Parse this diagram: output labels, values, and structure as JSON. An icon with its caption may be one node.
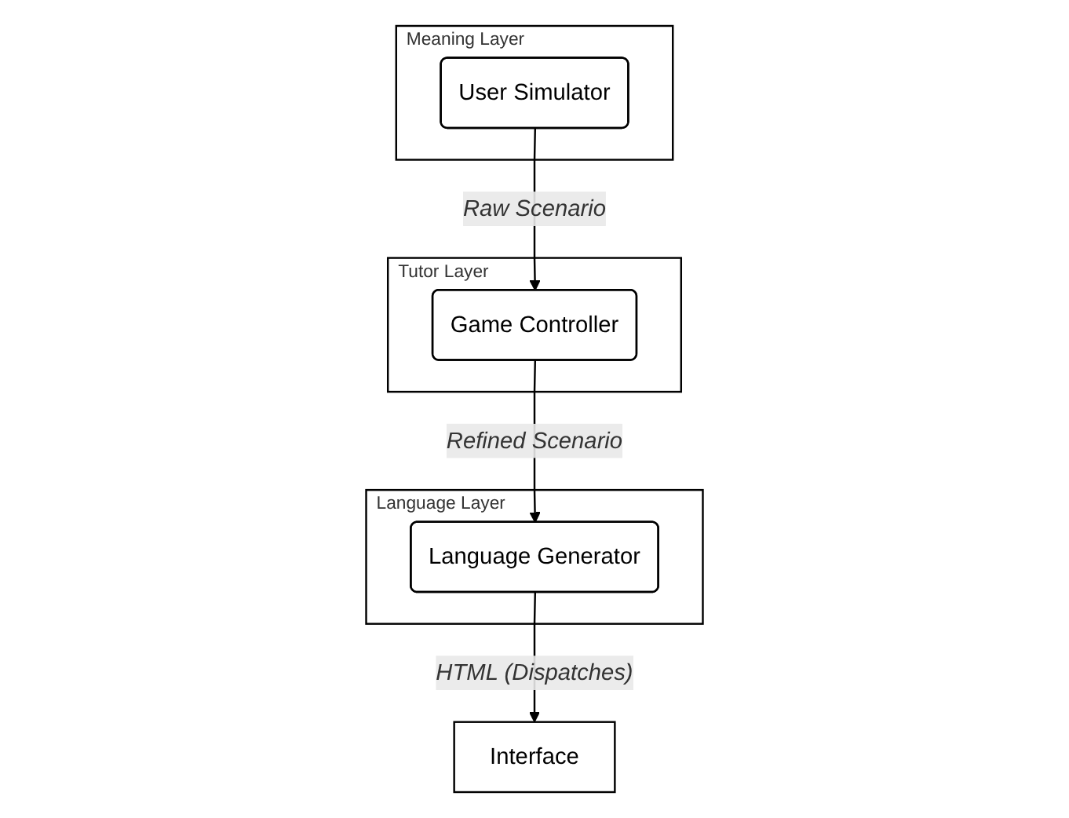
{
  "diagram": {
    "nodes": [
      {
        "text": [
          "Tutor Layer"
        ]
      },
      {
        "text": [
          "Game Controller"
        ],
        "in": 0
      },
      {
        "text": [
          "Meaning Layer"
        ]
      },
      {
        "text": [
          "User Simulator"
        ],
        "in": 2
      },
      {
        "text": [
          "Language Layer"
        ]
      },
      {
        "text": [
          "Language Generator"
        ],
        "in": 4
      },
      {
        "text": [
          "Interface"
        ]
      }
    ],
    "edges": [
      {
        "from": 1,
        "to": 5,
        "arrow": "to",
        "label": "Refined Scenario"
      },
      {
        "from": 3,
        "to": 1,
        "arrow": "to",
        "label": "Raw Scenario"
      },
      {
        "from": 5,
        "to": 6,
        "arrow": "to",
        "label": "HTML (Dispatches)"
      }
    ]
  }
}
